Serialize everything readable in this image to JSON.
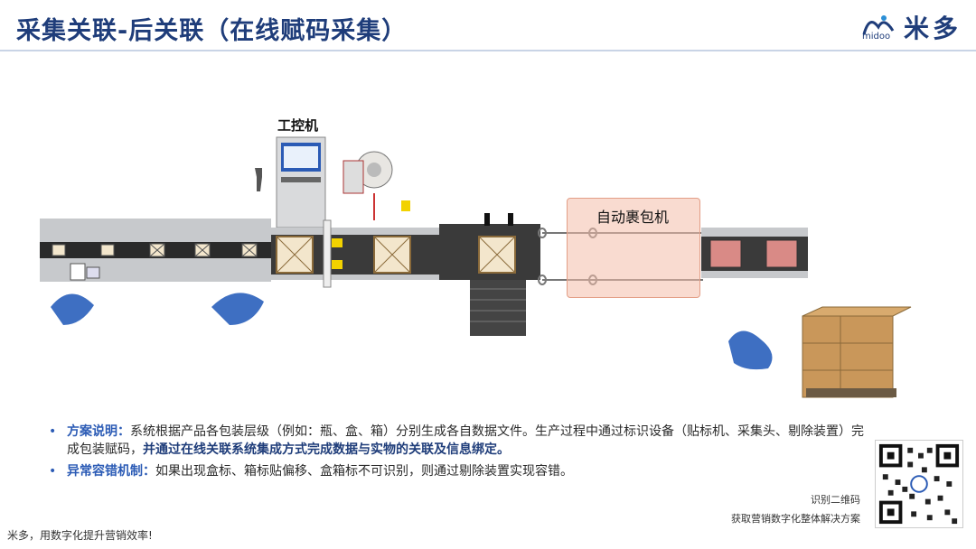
{
  "header": {
    "title": "采集关联-后关联（在线赋码采集）",
    "logo_text": "米多",
    "logo_sub": "midoo"
  },
  "scene": {
    "ipc_label": "工控机",
    "wrap_machine_label": "自动裹包机"
  },
  "bullets": [
    {
      "key": "方案说明：",
      "text": "系统根据产品各包装层级（例如：瓶、盒、箱）分别生成各自数据文件。生产过程中通过标识设备（贴标机、采集头、剔除装置）完成包装赋码，",
      "bold": "并通过在线关联系统集成方式完成数据与实物的关联及信息绑定。"
    },
    {
      "key": "异常容错机制：",
      "text": "如果出现盒标、箱标贴偏移、盒箱标不可识别，则通过剔除装置实现容错。",
      "bold": ""
    }
  ],
  "qr": {
    "caption_line1": "识别二维码",
    "caption_line2": "获取营销数字化整体解决方案"
  },
  "footer": {
    "slogan": "米多，用数字化提升营销效率!"
  },
  "colors": {
    "brand_blue": "#1f3d7a",
    "accent_blue": "#2b5bb5",
    "wrap_box_fill": "#f4beaa"
  }
}
